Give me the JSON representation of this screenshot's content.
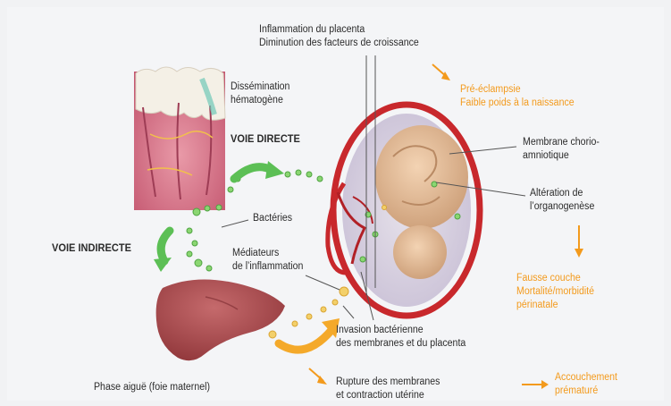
{
  "labels": {
    "placenta_inflammation": "Inflammation du placenta\nDiminution des facteurs de croissance",
    "preeclampsie": "Pré-éclampsie\nFaible poids à la naissance",
    "dissemination": "Dissémination\nhématogène",
    "voie_directe": "VOIE DIRECTE",
    "membrane": "Membrane chorio-\namniotique",
    "organogenese": "Altération de\nl’organogenèse",
    "bacteries": "Bactéries",
    "voie_indirecte": "VOIE INDIRECTE",
    "mediateurs": "Médiateurs\nde l’inflammation",
    "fausse_couche": "Fausse couche\nMortalité/morbidité\npérinatale",
    "invasion": "Invasion bactérienne\ndes membranes et du placenta",
    "phase_aigue": "Phase aiguë (foie maternel)",
    "rupture": "Rupture des membranes\net contraction utérine",
    "accouchement": "Accouchement\nprématuré"
  },
  "colors": {
    "accent_orange": "#f39a1c",
    "arrow_green": "#5cbf55",
    "bacteria_green": "#7fd36b",
    "gum_pink": "#cf5f78",
    "liver": "#a4474b",
    "uterus_red": "#c8282c",
    "text": "#2b2b2b"
  },
  "icons": [
    "tooth-illustration",
    "liver-illustration",
    "fetus-in-uterus-illustration",
    "green-curved-arrow",
    "orange-arrow",
    "bacteria-dots"
  ]
}
